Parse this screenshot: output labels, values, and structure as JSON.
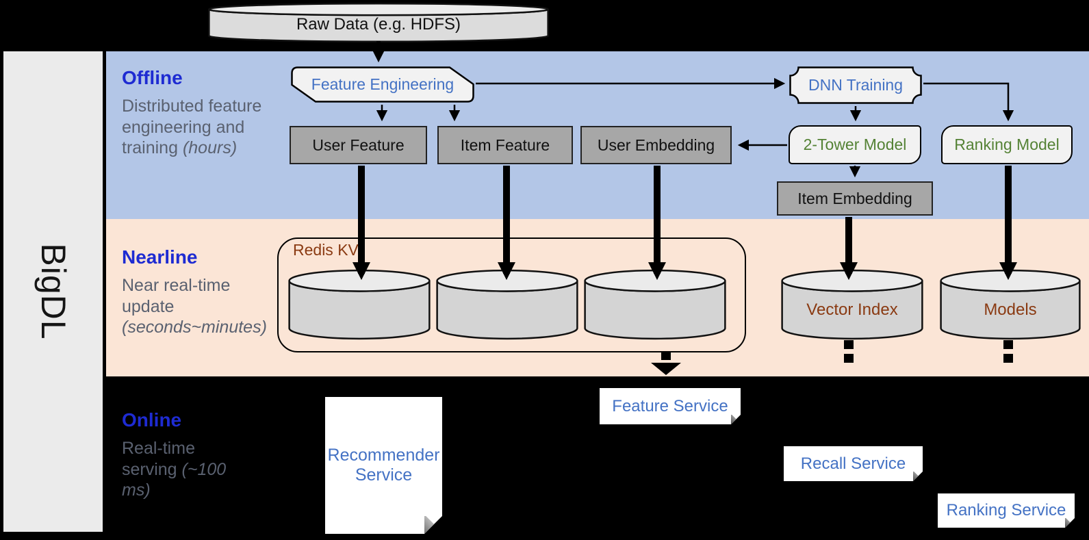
{
  "brand": {
    "label": "BigDL"
  },
  "raw_data": {
    "label": "Raw Data (e.g. HDFS)"
  },
  "sections": {
    "offline": {
      "title": "Offline",
      "desc": "Distributed feature engineering and training ",
      "desc_paren": "(hours)"
    },
    "nearline": {
      "title": "Nearline",
      "desc": "Near real-time update ",
      "desc_paren": "(seconds~minutes)"
    },
    "online": {
      "title": "Online",
      "desc": "Real-time serving ",
      "desc_paren": "(~100 ms)"
    }
  },
  "offline": {
    "feature_engineering": "Feature Engineering",
    "dnn_training": "DNN Training",
    "user_feature": "User Feature",
    "item_feature": "Item Feature",
    "user_embedding": "User Embedding",
    "two_tower_model": "2-Tower Model",
    "ranking_model": "Ranking Model",
    "item_embedding": "Item Embedding"
  },
  "nearline": {
    "redis_kv": "Redis KV",
    "vector_index": "Vector Index",
    "models": "Models"
  },
  "online": {
    "recommender_service": "Recommender Service",
    "feature_service": "Feature Service",
    "recall_service": "Recall Service",
    "ranking_service": "Ranking Service"
  },
  "colors": {
    "offline_band": "#b3c6e7",
    "nearline_band": "#fbe5d6",
    "background": "#000000",
    "link_blue": "#4472c4",
    "model_green": "#548235",
    "storage_brown": "#8a3a12",
    "section_title_blue": "#1e2bd2",
    "gray_box": "#a7a7a7"
  }
}
